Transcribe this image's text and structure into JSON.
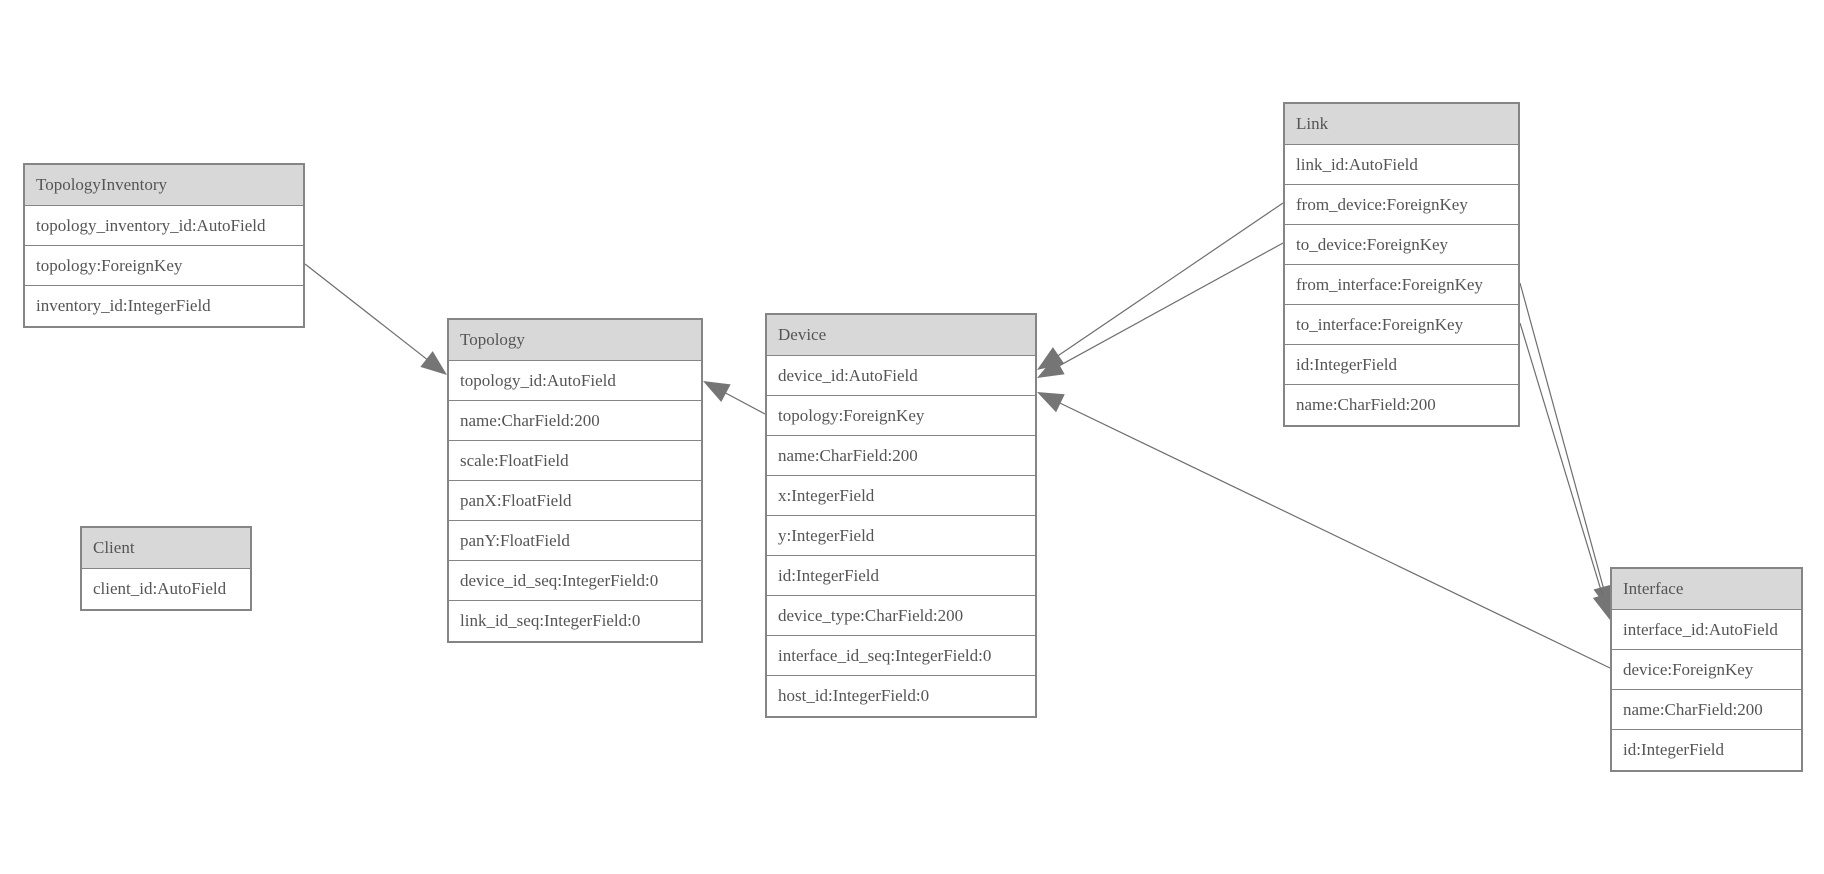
{
  "diagram": {
    "type": "database-model-diagram",
    "entities": [
      {
        "id": "TopologyInventory",
        "title": "TopologyInventory",
        "fields": [
          "topology_inventory_id:AutoField",
          "topology:ForeignKey",
          "inventory_id:IntegerField"
        ]
      },
      {
        "id": "Topology",
        "title": "Topology",
        "fields": [
          "topology_id:AutoField",
          "name:CharField:200",
          "scale:FloatField",
          "panX:FloatField",
          "panY:FloatField",
          "device_id_seq:IntegerField:0",
          "link_id_seq:IntegerField:0"
        ]
      },
      {
        "id": "Client",
        "title": "Client",
        "fields": [
          "client_id:AutoField"
        ]
      },
      {
        "id": "Device",
        "title": "Device",
        "fields": [
          "device_id:AutoField",
          "topology:ForeignKey",
          "name:CharField:200",
          "x:IntegerField",
          "y:IntegerField",
          "id:IntegerField",
          "device_type:CharField:200",
          "interface_id_seq:IntegerField:0",
          "host_id:IntegerField:0"
        ]
      },
      {
        "id": "Link",
        "title": "Link",
        "fields": [
          "link_id:AutoField",
          "from_device:ForeignKey",
          "to_device:ForeignKey",
          "from_interface:ForeignKey",
          "to_interface:ForeignKey",
          "id:IntegerField",
          "name:CharField:200"
        ]
      },
      {
        "id": "Interface",
        "title": "Interface",
        "fields": [
          "interface_id:AutoField",
          "device:ForeignKey",
          "name:CharField:200",
          "id:IntegerField"
        ]
      }
    ],
    "relationships": [
      {
        "from_entity": "TopologyInventory",
        "from_field": "topology:ForeignKey",
        "to_entity": "Topology",
        "to_field": "topology_id:AutoField"
      },
      {
        "from_entity": "Device",
        "from_field": "topology:ForeignKey",
        "to_entity": "Topology",
        "to_field": "topology_id:AutoField"
      },
      {
        "from_entity": "Link",
        "from_field": "from_device:ForeignKey",
        "to_entity": "Device",
        "to_field": "device_id:AutoField"
      },
      {
        "from_entity": "Link",
        "from_field": "to_device:ForeignKey",
        "to_entity": "Device",
        "to_field": "device_id:AutoField"
      },
      {
        "from_entity": "Link",
        "from_field": "from_interface:ForeignKey",
        "to_entity": "Interface",
        "to_field": "interface_id:AutoField"
      },
      {
        "from_entity": "Link",
        "from_field": "to_interface:ForeignKey",
        "to_entity": "Interface",
        "to_field": "interface_id:AutoField"
      },
      {
        "from_entity": "Interface",
        "from_field": "device:ForeignKey",
        "to_entity": "Device",
        "to_field": "device_id:AutoField"
      }
    ],
    "colors": {
      "header_fill": "#d8d8d8",
      "box_border": "#858585",
      "text": "#555555",
      "connector": "#6e6e6e",
      "arrowhead": "#757575",
      "background": "#ffffff"
    }
  }
}
